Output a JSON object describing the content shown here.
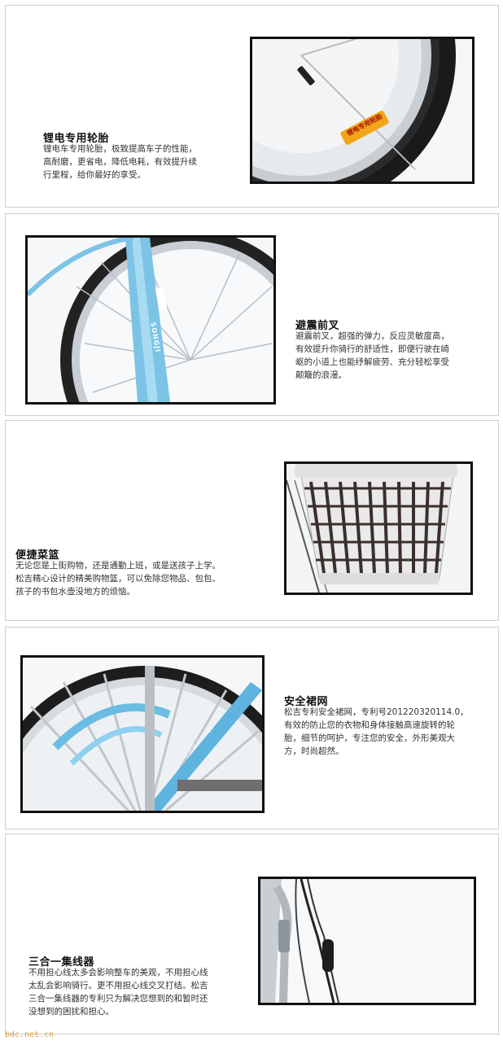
{
  "sections": [
    {
      "title": "锂电专用轮胎",
      "lines": [
        "锂电车专用轮胎，极致提高车子的性能，",
        "高耐磨，更省电，降低电耗，有效提升续",
        "行里程，给你最好的享受。"
      ],
      "tire_label": "锂电专用轮胎"
    },
    {
      "title": "避震前叉",
      "lines": [
        "避震前叉，超强的弹力，反应灵敏度高，",
        "有效提升你骑行的舒适性，即便行驶在崎",
        "岖的小道上也能纾解疲劳、充分轻松享受",
        "颠簸的浪漫。"
      ],
      "frame_brand": "SONGJI"
    },
    {
      "title": "便捷菜篮",
      "lines": [
        "无论您是上街购物，还是通勤上班，或是送孩子上学。",
        "松吉精心设计的精美购物篮，可以免除您物品、包包、",
        "孩子的书包水壶没地方的烦恼。"
      ]
    },
    {
      "title": "安全裙网",
      "lines": [
        "松吉专利安全裙网，专利号201220320114.0，",
        "有效的防止您的衣物和身体接触高速旋转的轮",
        "胎，细节的呵护，专注您的安全，外形美观大",
        "方，时尚超然。"
      ],
      "guard_text": "www.songji.cn"
    },
    {
      "title": "三合一集线器",
      "lines": [
        "不用担心线太多会影响整车的美观，不用担心线",
        "太乱会影响骑行。更不用担心线交叉打结。松吉",
        "三合一集线器的专利只为解决您想到的和暂时还",
        "没想到的困扰和担心。"
      ]
    }
  ],
  "watermark": "bdc.net.cn"
}
